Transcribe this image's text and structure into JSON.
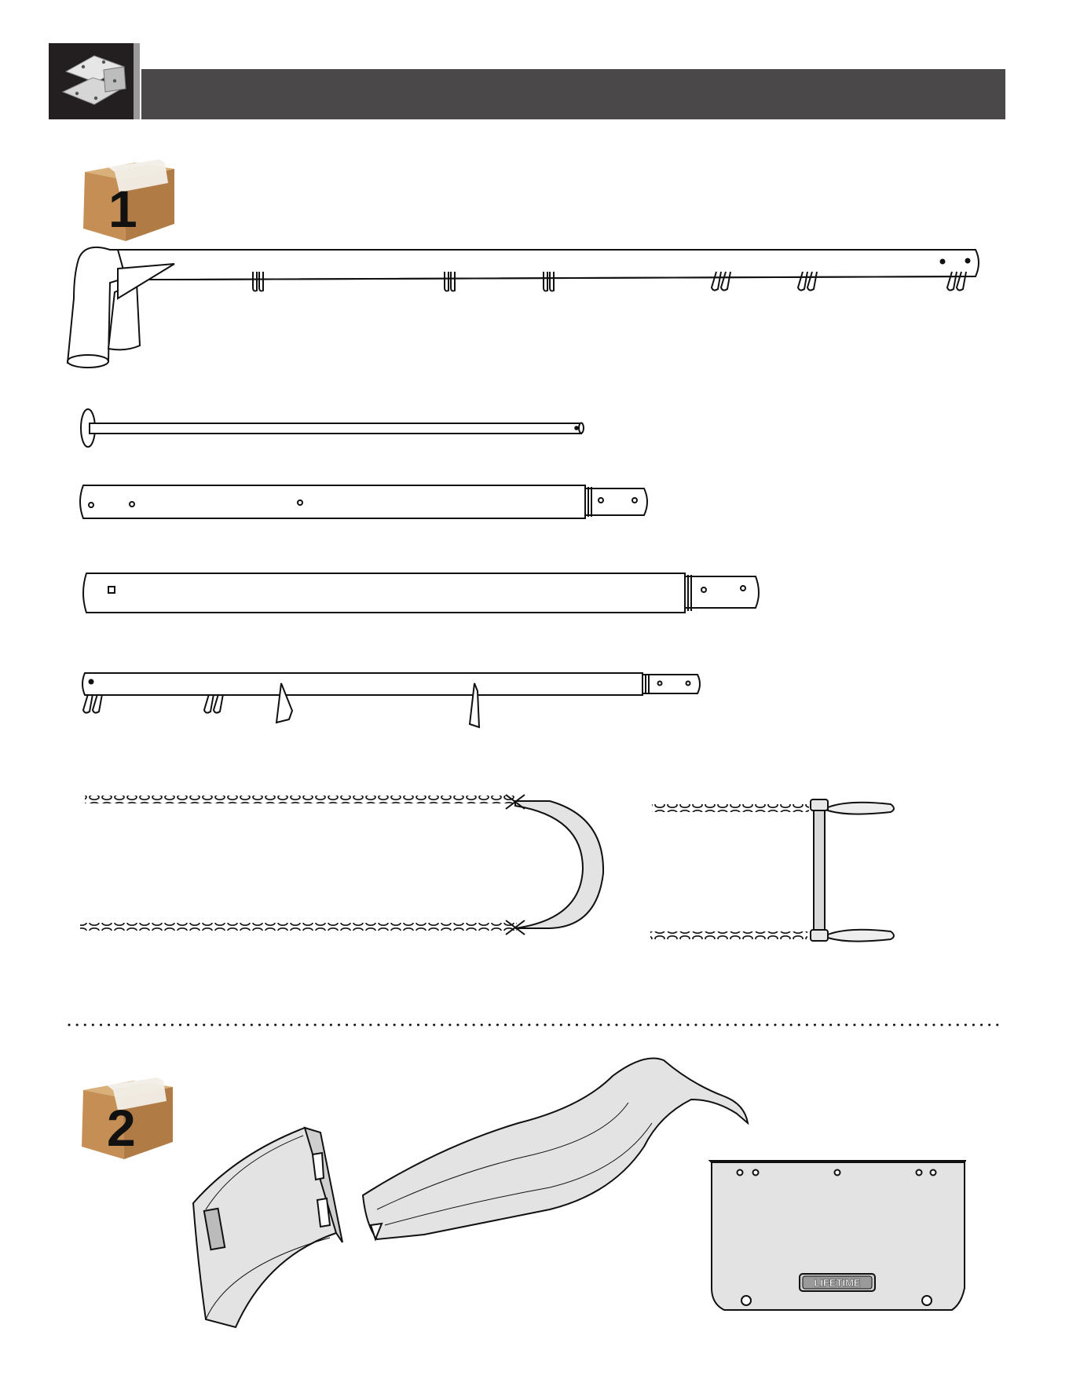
{
  "boxes": [
    {
      "number": "1"
    },
    {
      "number": "2"
    }
  ],
  "slide_label": "LIFETIME",
  "colors": {
    "header_band": "#4a4849",
    "logo_block": "#231f20",
    "box_cardboard": "#c89a63",
    "box_tape": "#f2efe8",
    "part_outline": "#111111",
    "plastic_fill": "#e3e3e3"
  },
  "icons": [
    "bracket-logo-icon",
    "cardboard-box-icon"
  ]
}
